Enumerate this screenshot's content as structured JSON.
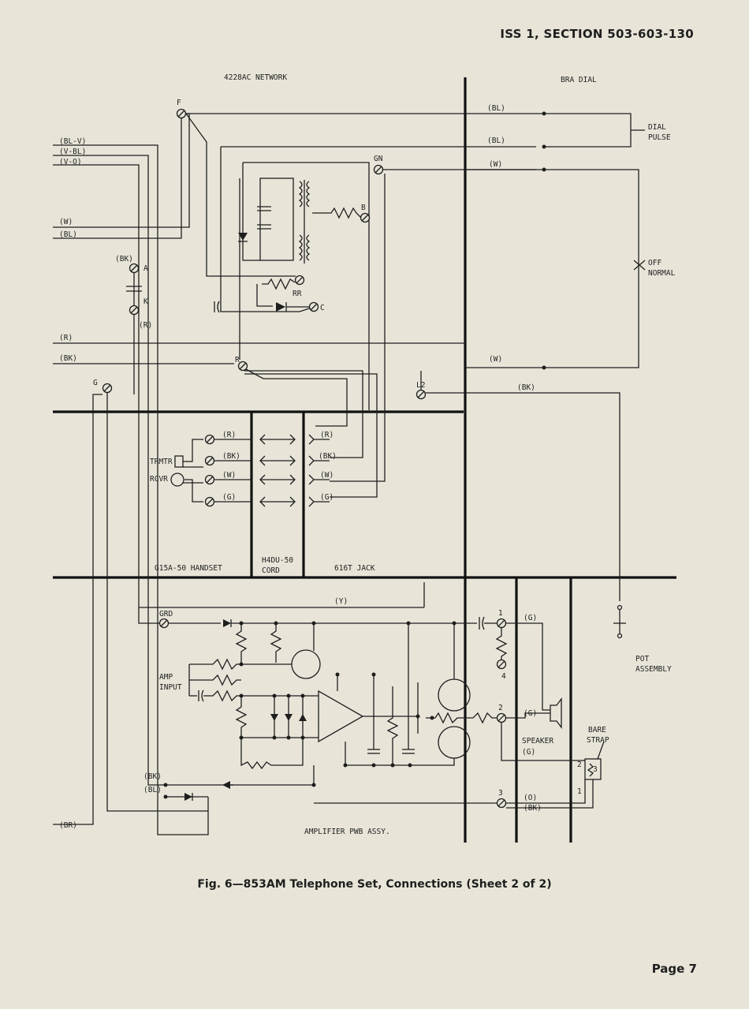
{
  "header": "ISS 1, SECTION 503-603-130",
  "caption": "Fig. 6—853AM Telephone Set, Connections (Sheet 2 of 2)",
  "page": "Page 7",
  "blocks": {
    "network": "4228AC NETWORK",
    "dial": "BRA DIAL",
    "dial_pulse_1": "DIAL",
    "dial_pulse_2": "PULSE",
    "off_normal_1": "OFF",
    "off_normal_2": "NORMAL",
    "handset": "G15A-50 HANDSET",
    "cord_1": "H4DU-50",
    "cord_2": "CORD",
    "jack": "616T JACK",
    "pot_1": "POT",
    "pot_2": "ASSEMBLY",
    "amplifier": "AMPLIFIER PWB ASSY.",
    "trmtr": "TRMTR",
    "rcvr": "RCVR",
    "grd": "GRD",
    "amp_input_1": "AMP",
    "amp_input_2": "INPUT",
    "speaker": "SPEAKER",
    "speaker_color": "(G)",
    "bare_strap_1": "BARE",
    "bare_strap_2": "STRAP"
  },
  "terminals": {
    "F": "F",
    "GN": "GN",
    "B": "B",
    "A": "A",
    "K": "K",
    "RR": "RR",
    "C": "C",
    "R": "R",
    "G": "G",
    "L2": "L2",
    "t1": "1",
    "t2": "2",
    "t3": "3",
    "t4": "4",
    "p1": "1",
    "p2": "2",
    "p3": "3"
  },
  "wires": {
    "bl_v": "(BL-V)",
    "v_bl": "(V-BL)",
    "v_o": "(V-O)",
    "w_left": "(W)",
    "bl_left": "(BL)",
    "bk_a": "(BK)",
    "r_k": "(R)",
    "r_left": "(R)",
    "bk_left": "(BK)",
    "dial_bl1": "(BL)",
    "dial_bl2": "(BL)",
    "dial_w": "(W)",
    "dial_w2": "(W)",
    "l2_bk": "(BK)",
    "hs_r": "(R)",
    "hs_bk": "(BK)",
    "hs_w": "(W)",
    "hs_g": "(G)",
    "jk_r": "(R)",
    "jk_bk": "(BK)",
    "jk_w": "(W)",
    "jk_g": "(G)",
    "y": "(Y)",
    "amp_bk": "(BK)",
    "amp_bl": "(BL)",
    "br": "(BR)",
    "t1_g": "(G)",
    "t2_g": "(G)",
    "t3_o": "(O)",
    "t3_bk": "(BK)"
  }
}
